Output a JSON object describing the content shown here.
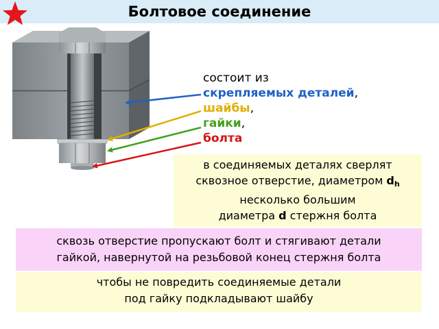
{
  "header": {
    "title": "Болтовое соединение",
    "star_icon": "red-star-icon",
    "bar_color": "#d9ecf7"
  },
  "illustration": {
    "icon": "bolted-joint-cutaway-icon"
  },
  "components": {
    "intro": "состоит из",
    "items": [
      {
        "label": "скрепляемых деталей",
        "suffix": ",",
        "color": "#1f62c4"
      },
      {
        "label": "шайбы",
        "suffix": ",",
        "color": "#e0b000"
      },
      {
        "label": "гайки",
        "suffix": ",",
        "color": "#43a020"
      },
      {
        "label": "болта",
        "suffix": "",
        "color": "#d81414"
      }
    ]
  },
  "notes": {
    "drill": {
      "line1": "в соединяемых деталях сверлят",
      "line2_prefix": "сквозное отверстие, диаметром ",
      "line2_symbol": "d",
      "line2_subscript": "h",
      "line3": "несколько большим",
      "line4_prefix": "диаметра ",
      "line4_symbol": "d",
      "line4_suffix": " стержня болта",
      "background": "#fdfcd5"
    },
    "insert": {
      "line1": "сквозь отверстие пропускают болт и стягивают детали",
      "line2": "гайкой, навернутой на резьбовой конец стержня болта",
      "background": "#fad3f8"
    },
    "washer": {
      "line1": "чтобы не повредить соединяемые детали",
      "line2": "под гайку подкладывают шайбу",
      "background": "#fdfcd5"
    }
  }
}
